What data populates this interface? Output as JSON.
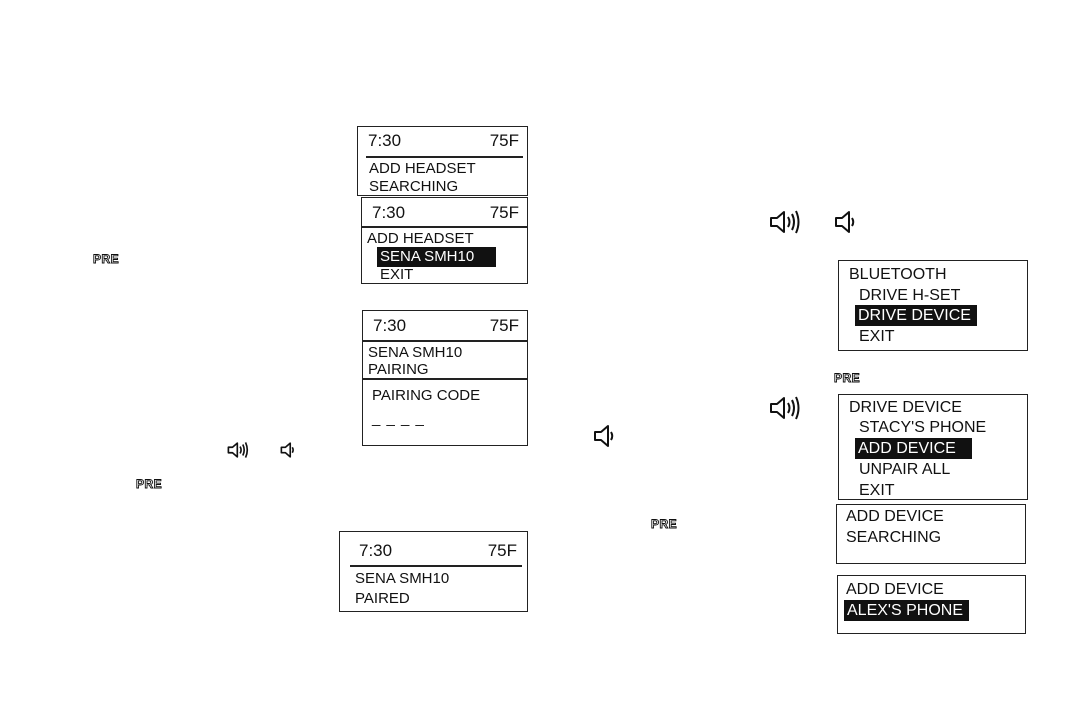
{
  "screens": {
    "add_headset_searching": {
      "time": "7:30",
      "temp": "75F",
      "line1": "ADD HEADSET",
      "line2": "SEARCHING"
    },
    "add_headset_found": {
      "time": "7:30",
      "temp": "75F",
      "title": "ADD HEADSET",
      "selected": "SENA SMH10",
      "exit": "EXIT"
    },
    "pairing": {
      "time": "7:30",
      "temp": "75F",
      "line1": "SENA SMH10",
      "line2": "PAIRING"
    },
    "pairing_code": {
      "label": "PAIRING CODE",
      "code": "_ _ _ _"
    },
    "paired": {
      "time": "7:30",
      "temp": "75F",
      "line1": "SENA SMH10",
      "line2": "PAIRED"
    },
    "bluetooth_menu": {
      "title": "BLUETOOTH",
      "item1": "DRIVE H-SET",
      "selected": "DRIVE DEVICE",
      "exit": "EXIT"
    },
    "drive_device_menu": {
      "title": "DRIVE DEVICE",
      "item1": "STACY'S PHONE",
      "selected": "ADD DEVICE",
      "item3": "UNPAIR ALL",
      "exit": "EXIT"
    },
    "add_device_searching": {
      "line1": "ADD DEVICE",
      "line2": "SEARCHING"
    },
    "add_device_found": {
      "line1": "ADD DEVICE",
      "selected": "ALEX'S PHONE"
    }
  },
  "labels": {
    "pre": "PRE"
  },
  "icons": [
    "speaker-loud-icon",
    "speaker-soft-icon"
  ]
}
